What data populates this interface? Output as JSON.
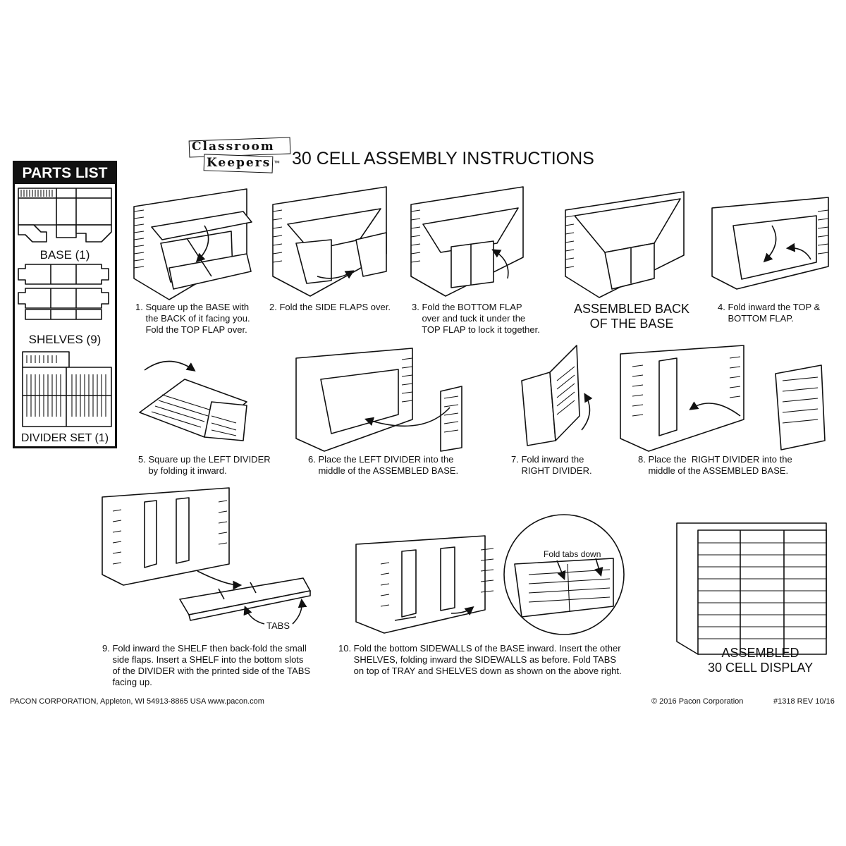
{
  "logo": {
    "line1": "Classroom",
    "line2": "Keepers",
    "tm": "™"
  },
  "title": "30 CELL ASSEMBLY INSTRUCTIONS",
  "parts_list": {
    "heading": "PARTS LIST",
    "items": [
      {
        "label": "BASE (1)"
      },
      {
        "label": "SHELVES (9)"
      },
      {
        "label": "DIVIDER SET (1)"
      }
    ]
  },
  "steps": [
    {
      "text": "1. Square up the BASE with\n    the BACK of it facing you.\n    Fold the TOP FLAP over."
    },
    {
      "text": "2. Fold the SIDE FLAPS over."
    },
    {
      "text": "3. Fold the BOTTOM FLAP\n    over and tuck it under the\n    TOP FLAP to lock it together."
    },
    {
      "text": "ASSEMBLED BACK\nOF THE BASE"
    },
    {
      "text": "4. Fold inward the TOP &\n    BOTTOM FLAP."
    },
    {
      "text": "5. Square up the LEFT DIVIDER\n    by folding it inward."
    },
    {
      "text": "6. Place the LEFT DIVIDER into the\n    middle of the ASSEMBLED BASE."
    },
    {
      "text": "7. Fold inward the\n    RIGHT DIVIDER."
    },
    {
      "text": "8. Place the  RIGHT DIVIDER into the\n    middle of the ASSEMBLED BASE."
    },
    {
      "text": "9. Fold inward the SHELF then back-fold the small\n    side flaps. Insert a SHELF into the bottom slots\n    of the DIVIDER with the printed side of the TABS\n    facing up."
    },
    {
      "text": "10. Fold the bottom SIDEWALLS of the BASE inward. Insert the other\n      SHELVES, folding inward the SIDEWALLS as before. Fold TABS\n      on top of TRAY and SHELVES down as shown on the above right."
    },
    {
      "text": "ASSEMBLED\n30 CELL DISPLAY"
    }
  ],
  "callouts": {
    "tabs": "TABS",
    "fold_tabs_down": "Fold tabs down"
  },
  "footer": {
    "left": "PACON CORPORATION, Appleton, WI 54913-8865 USA   www.pacon.com",
    "copyright": "© 2016 Pacon Corporation",
    "code": "#1318 REV 10/16"
  }
}
